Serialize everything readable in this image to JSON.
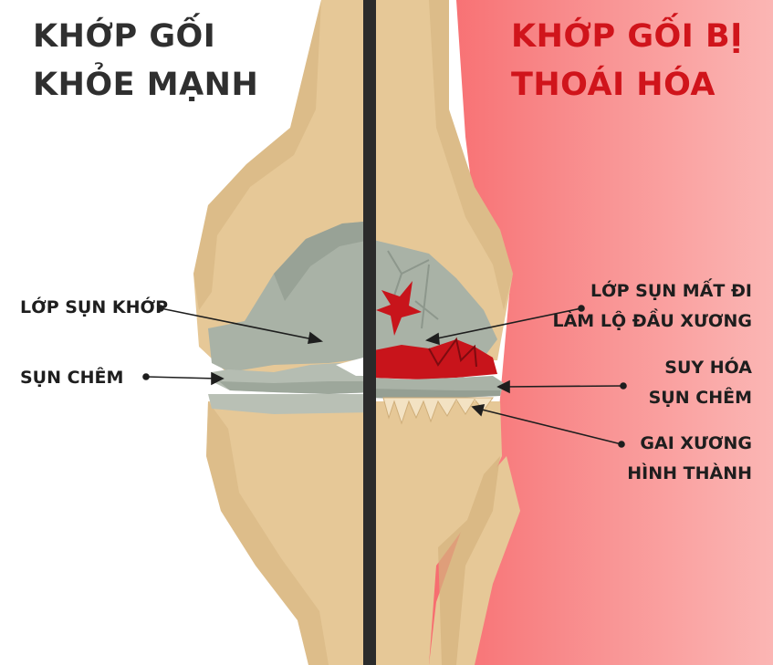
{
  "titles": {
    "healthy": [
      "KHỚP GỐI",
      "KHỎE MẠNH"
    ],
    "degenerated": [
      "KHỚP GỐI BỊ",
      "THOÁI HÓA"
    ]
  },
  "labels": {
    "joint_cartilage": "LỚP SỤN KHỚP",
    "meniscus": "SỤN CHÊM",
    "cartilage_lost": [
      "LỚP SỤN MẤT ĐI",
      "LÀM LỘ ĐẦU XƯƠNG"
    ],
    "meniscus_degeneration": [
      "SUY HÓA",
      "SỤN CHÊM"
    ],
    "bone_spurs": [
      "GAI XƯƠNG",
      "HÌNH THÀNH"
    ]
  },
  "colors": {
    "bone": "#e6c897",
    "bone_shadow": "#d4b27d",
    "cartilage": "#a9b2a6",
    "cartilage_dark": "#8d978c",
    "damage_red": "#c8141b",
    "divider": "#2b2b2b",
    "degenerated_bg": "#f77777",
    "title_dark": "#2f2f2f",
    "title_red": "#d0141b"
  }
}
